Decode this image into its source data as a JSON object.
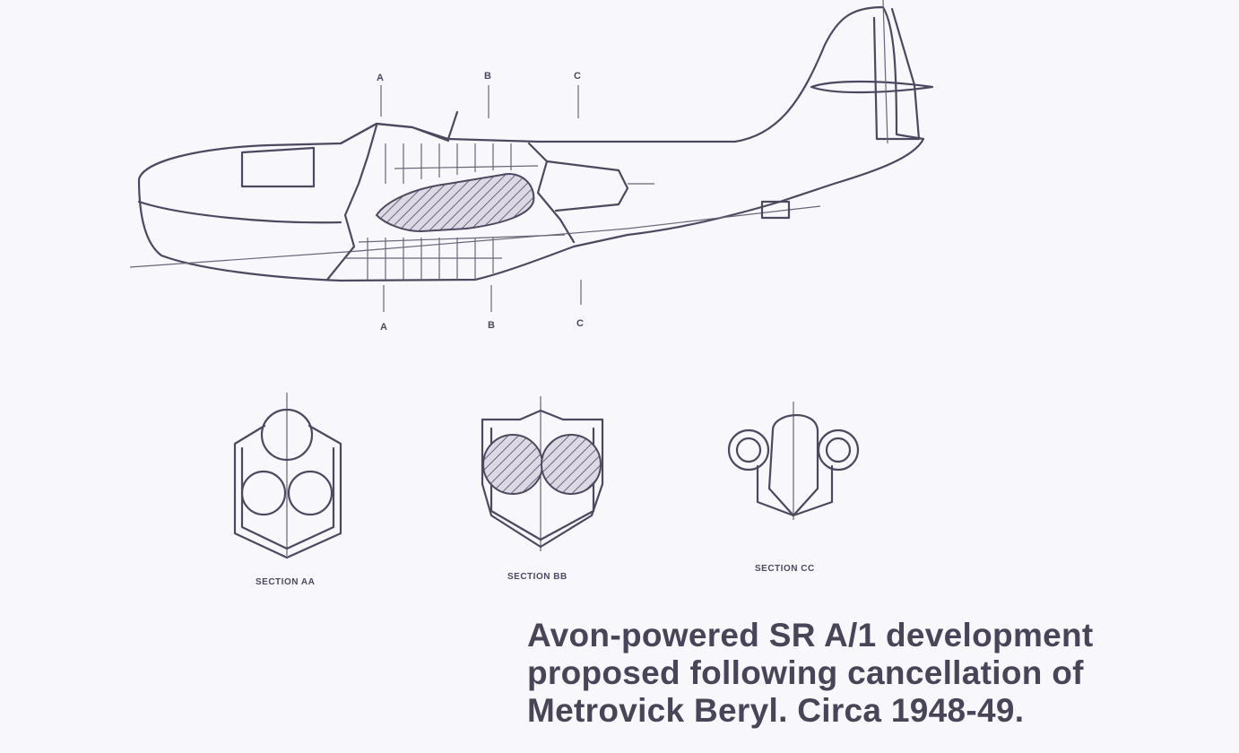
{
  "section_markers": {
    "top": [
      "A",
      "B",
      "C"
    ],
    "bottom": [
      "A",
      "B",
      "C"
    ]
  },
  "section_labels": [
    "SECTION AA",
    "SECTION BB",
    "SECTION CC"
  ],
  "caption": {
    "line1": "Avon-powered SR A/1 development",
    "line2": "proposed following cancellation of",
    "line3": "Metrovick Beryl. Circa 1948-49."
  },
  "colors": {
    "line": "#4d4760",
    "background": "#f8f8fc"
  }
}
